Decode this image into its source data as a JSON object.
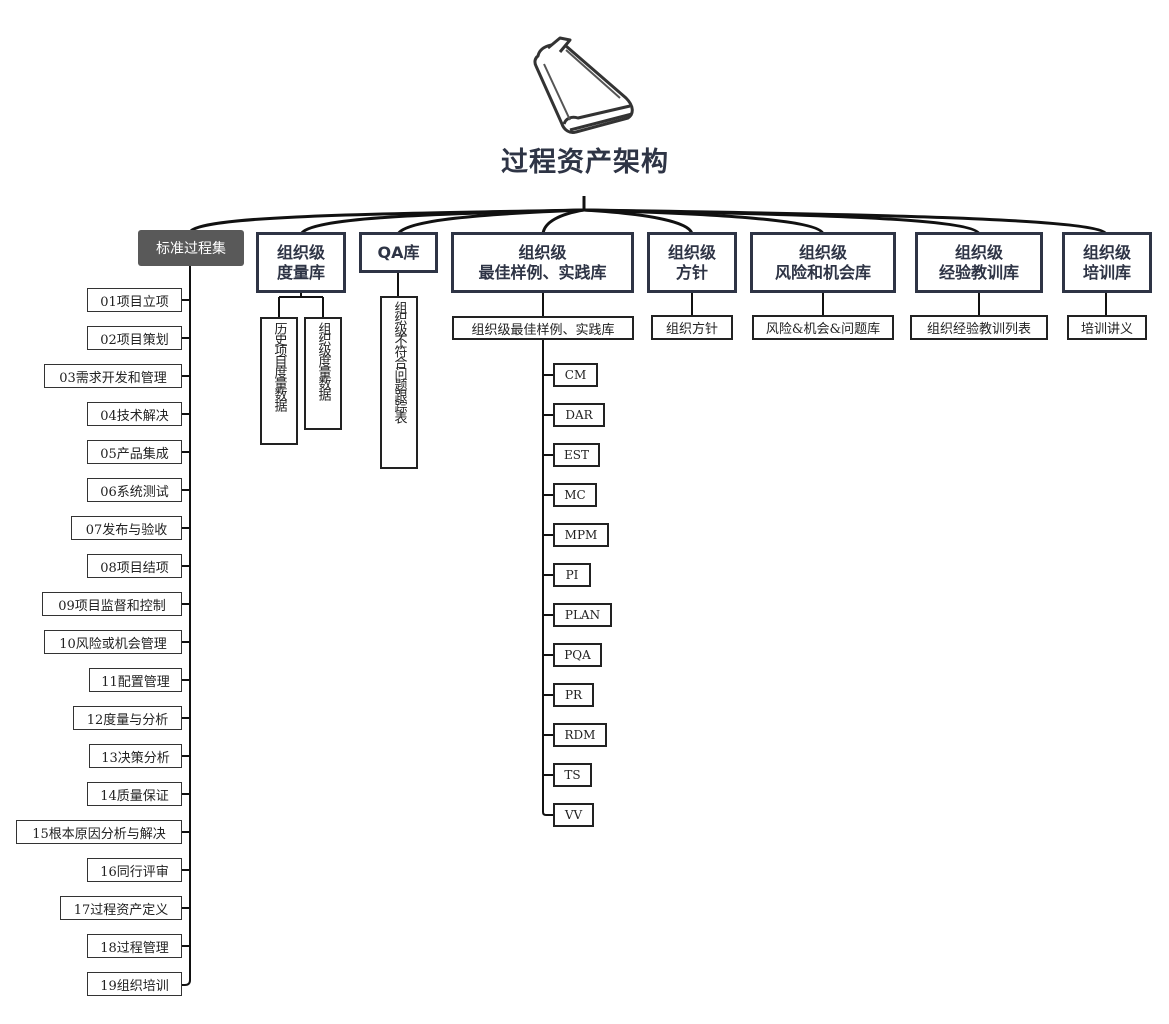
{
  "title": "过程资产架构",
  "standard_process_set": {
    "label": "标准过程集",
    "items": [
      "01项目立项",
      "02项目策划",
      "03需求开发和管理",
      "04技术解决",
      "05产品集成",
      "06系统测试",
      "07发布与验收",
      "08项目结项",
      "09项目监督和控制",
      "10风险或机会管理",
      "11配置管理",
      "12度量与分析",
      "13决策分析",
      "14质量保证",
      "15根本原因分析与解决",
      "16同行评审",
      "17过程资产定义",
      "18过程管理",
      "19组织培训"
    ]
  },
  "categories": {
    "measurement": {
      "label": "组织级\n度量库",
      "children": [
        "历史项目度量数据",
        "组织级度量数据"
      ]
    },
    "qa": {
      "label": "QA库",
      "children": [
        "组织级不符合问题跟踪表"
      ]
    },
    "best_practice": {
      "label": "组织级\n最佳样例、实践库",
      "child": "组织级最佳样例、实践库",
      "codes": [
        "CM",
        "DAR",
        "EST",
        "MC",
        "MPM",
        "PI",
        "PLAN",
        "PQA",
        "PR",
        "RDM",
        "TS",
        "VV"
      ]
    },
    "policy": {
      "label": "组织级\n方针",
      "child": "组织方针"
    },
    "risk": {
      "label": "组织级\n风险和机会库",
      "child": "风险&机会&问题库"
    },
    "lessons": {
      "label": "组织级\n经验教训库",
      "child": "组织经验教训列表"
    },
    "training": {
      "label": "组织级\n培训库",
      "child": "培训讲义"
    }
  },
  "icons": {
    "root": "book-icon"
  },
  "colors": {
    "primary_dark": "#2e3445",
    "gray_node": "#595959"
  }
}
